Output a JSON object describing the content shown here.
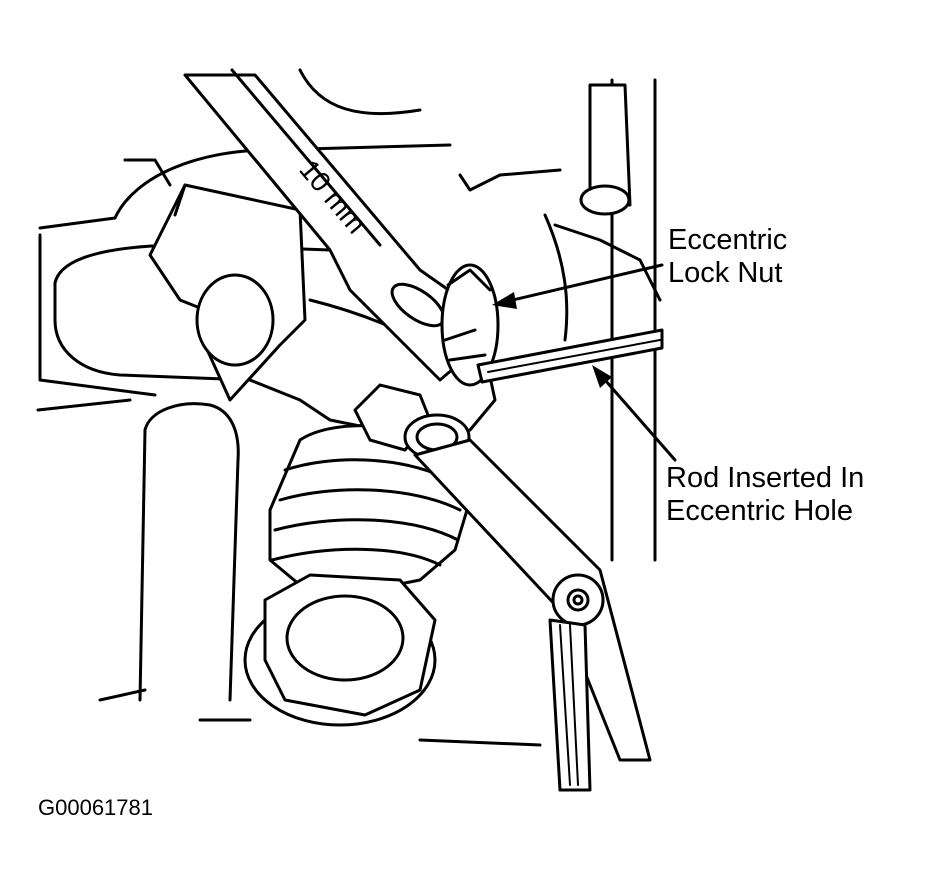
{
  "figure": {
    "id_code": "G00061781",
    "wrench_size_label": "10 mm"
  },
  "callouts": [
    {
      "line1": "Eccentric",
      "line2": "Lock Nut"
    },
    {
      "line1": "Rod Inserted In",
      "line2": "Eccentric Hole"
    }
  ]
}
